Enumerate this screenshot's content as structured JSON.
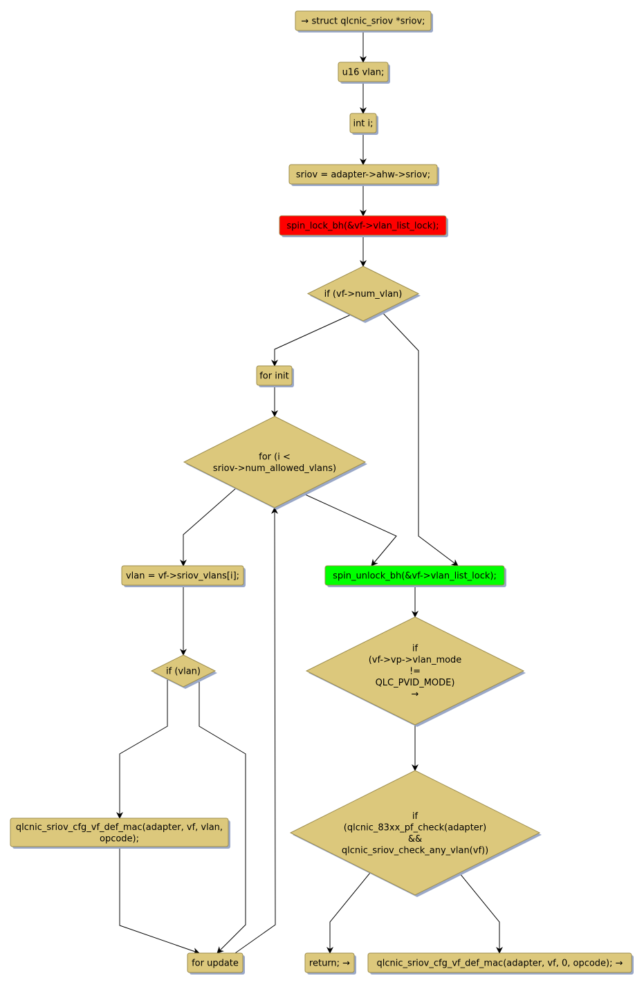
{
  "colors": {
    "node_fill": "#dcc87c",
    "node_stroke": "#9c8c4c",
    "shadow": "#9aa8c8",
    "lock_fill": "#ff0000",
    "unlock_fill": "#00ff00",
    "edge": "#000000"
  },
  "nodes": {
    "n1": {
      "shape": "rect",
      "lines": [
        "→ struct qlcnic_sriov *sriov;"
      ]
    },
    "n2": {
      "shape": "rect",
      "lines": [
        "u16 vlan;"
      ]
    },
    "n3": {
      "shape": "rect",
      "lines": [
        "int i;"
      ]
    },
    "n4": {
      "shape": "rect",
      "lines": [
        "sriov = adapter->ahw->sriov;"
      ]
    },
    "n5": {
      "shape": "rect",
      "fill": "lock",
      "lines": [
        "spin_lock_bh(&vf->vlan_list_lock);"
      ]
    },
    "d1": {
      "shape": "diamond",
      "lines": [
        "if (vf->num_vlan)"
      ]
    },
    "n6": {
      "shape": "rect",
      "lines": [
        "for init"
      ]
    },
    "d2": {
      "shape": "diamond",
      "lines": [
        "for (i <",
        "sriov->num_allowed_vlans)"
      ]
    },
    "n7": {
      "shape": "rect",
      "lines": [
        "vlan = vf->sriov_vlans[i];"
      ]
    },
    "n8": {
      "shape": "rect",
      "fill": "unlock",
      "lines": [
        "spin_unlock_bh(&vf->vlan_list_lock);"
      ]
    },
    "d3": {
      "shape": "diamond",
      "lines": [
        "if (vlan)"
      ]
    },
    "d4": {
      "shape": "diamond",
      "lines": [
        "if",
        "(vf->vp->vlan_mode",
        "!=",
        "QLC_PVID_MODE)",
        "→"
      ]
    },
    "n9": {
      "shape": "rect",
      "lines": [
        "qlcnic_sriov_cfg_vf_def_mac(adapter, vf, vlan,",
        "opcode);"
      ]
    },
    "d5": {
      "shape": "diamond",
      "lines": [
        "if",
        "(qlcnic_83xx_pf_check(adapter)",
        "&&",
        "qlcnic_sriov_check_any_vlan(vf))"
      ]
    },
    "n10": {
      "shape": "rect",
      "lines": [
        "for update"
      ]
    },
    "n11": {
      "shape": "rect",
      "lines": [
        "return; →"
      ]
    },
    "n12": {
      "shape": "rect",
      "lines": [
        "qlcnic_sriov_cfg_vf_def_mac(adapter, vf, 0, opcode); →"
      ]
    }
  },
  "edges": [
    [
      "n1",
      "n2"
    ],
    [
      "n2",
      "n3"
    ],
    [
      "n3",
      "n4"
    ],
    [
      "n4",
      "n5"
    ],
    [
      "n5",
      "d1"
    ],
    [
      "d1",
      "n6"
    ],
    [
      "d1",
      "n8"
    ],
    [
      "n6",
      "d2"
    ],
    [
      "d2",
      "n7"
    ],
    [
      "d2",
      "n8"
    ],
    [
      "n7",
      "d3"
    ],
    [
      "d3",
      "n9"
    ],
    [
      "d3",
      "n10"
    ],
    [
      "n9",
      "n10"
    ],
    [
      "n10",
      "d2"
    ],
    [
      "n8",
      "d4"
    ],
    [
      "d4",
      "d5"
    ],
    [
      "d5",
      "n11"
    ],
    [
      "d5",
      "n12"
    ]
  ]
}
